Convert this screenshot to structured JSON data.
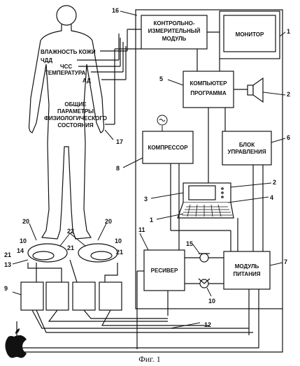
{
  "figure": {
    "caption": "Фиг. 1",
    "blocks": {
      "control_module": [
        "КОНТРОЛЬНО-",
        "ИЗМЕРИТЕЛЬНЫЙ",
        "МОДУЛЬ"
      ],
      "monitor": "МОНИТОР",
      "computer": [
        "КОМПЬЮТЕР",
        "ПРОГРАММА"
      ],
      "compressor": "КОМПРЕССОР",
      "control_unit": [
        "БЛОК",
        "УПРАВЛЕНИЯ"
      ],
      "receiver": "РЕСИВЕР",
      "power_module": [
        "МОДУЛЬ",
        "ПИТАНИЯ"
      ]
    },
    "body_labels": {
      "skin_humidity": "ВЛАЖНОСТЬ КОЖИ",
      "resp_rate": "ЧДД",
      "heart_rate": "ЧСС",
      "temperature": "ТЕМПЕРАТУРА",
      "blood_pressure": "АД",
      "general_params": [
        "ОБЩИЕ",
        "ПАРАМЕТРЫ",
        "ФИЗИОЛОГИЧЕСКОГО",
        "СОСТОЯНИЯ"
      ]
    },
    "ref_numbers": {
      "n16": "16",
      "n1a": "1",
      "n5": "5",
      "n2a": "2",
      "n6": "6",
      "n17": "17",
      "n8": "8",
      "n2b": "2",
      "n3": "3",
      "n4": "4",
      "n1b": "1",
      "n11": "11",
      "n15": "15",
      "n7": "7",
      "n10c": "10",
      "n20a": "20",
      "n20b": "20",
      "n22": "22",
      "n10a": "10",
      "n10b": "10",
      "n14": "14",
      "n21a": "21",
      "n21b": "21",
      "n21c": "21",
      "n13": "13",
      "n9": "9",
      "n12": "12"
    }
  }
}
